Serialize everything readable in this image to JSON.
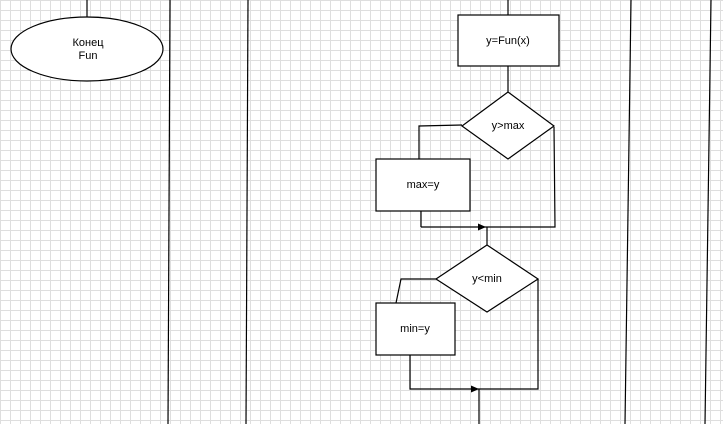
{
  "diagram": {
    "terminator_end": {
      "line1": "Конец",
      "line2": "Fun"
    },
    "process_call": "y=Fun(x)",
    "decision_max": "y>max",
    "process_max": "max=y",
    "decision_min": "y<min",
    "process_min": "min=y"
  },
  "colors": {
    "background": "#ffffff",
    "grid": "#dedede",
    "stroke": "#000000"
  }
}
